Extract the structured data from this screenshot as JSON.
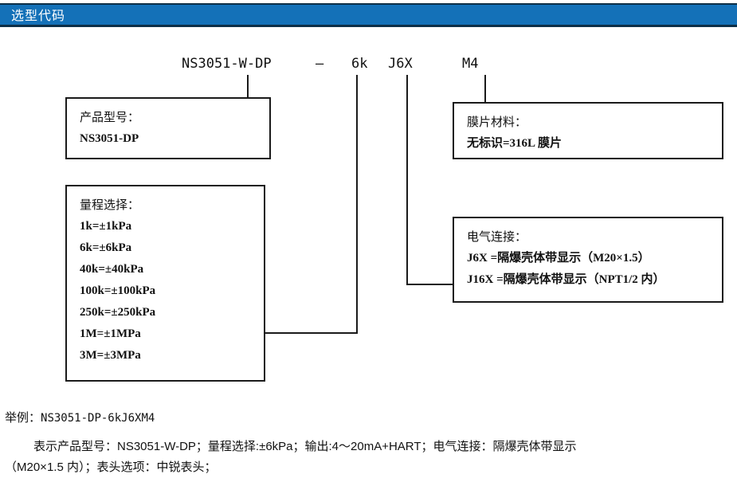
{
  "header": {
    "title": "选型代码",
    "bar_color": "#1471B8",
    "border_color": "#0d2f47",
    "text_color": "#ffffff"
  },
  "code_line": {
    "model": "NS3051-W-DP",
    "dash": "–",
    "range": "6k",
    "electrical": "J6X",
    "membrane": "M4"
  },
  "boxes": {
    "model": {
      "title": "产品型号：",
      "lines": [
        "NS3051-DP"
      ]
    },
    "range": {
      "title": "量程选择：",
      "lines": [
        "1k=±1kPa",
        "6k=±6kPa",
        "40k=±40kPa",
        "100k=±100kPa",
        "250k=±250kPa",
        "1M=±1MPa",
        "3M=±3MPa"
      ]
    },
    "membrane": {
      "title": "膜片材料：",
      "lines": [
        "无标识=316L 膜片"
      ]
    },
    "electrical": {
      "title": "电气连接：",
      "lines": [
        "J6X =隔爆壳体带显示（M20×1.5）",
        "J16X =隔爆壳体带显示（NPT1/2 内）"
      ]
    }
  },
  "example": {
    "label": "举例：",
    "code": "NS3051-DP-6kJ6XM4",
    "line2": "表示产品型号：NS3051-W-DP；量程选择:±6kPa；输出:4～20mA+HART；电气连接：隔爆壳体带显示",
    "line3": "（M20×1.5 内）；表头选项：中锐表头；"
  }
}
